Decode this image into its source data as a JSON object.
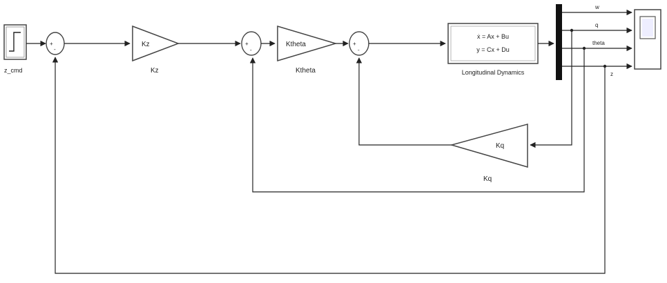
{
  "blocks": {
    "step": {
      "label": "z_cmd"
    },
    "gain_kz": {
      "text": "Kz",
      "label": "Kz"
    },
    "gain_ktheta": {
      "text": "Ktheta",
      "label": "Ktheta"
    },
    "gain_kq": {
      "text": "Kq",
      "label": "Kq"
    },
    "state_space": {
      "eq1": "ẋ = Ax + Bu",
      "eq2": "y = Cx + Du",
      "label": "Longitudinal Dynamics"
    },
    "sum1": {
      "plus": "+",
      "minus": "-"
    },
    "sum2": {
      "plus": "+",
      "minus": "-"
    },
    "sum3": {
      "plus": "+",
      "minus": "-"
    }
  },
  "signals": [
    "w",
    "q",
    "theta",
    "z"
  ]
}
